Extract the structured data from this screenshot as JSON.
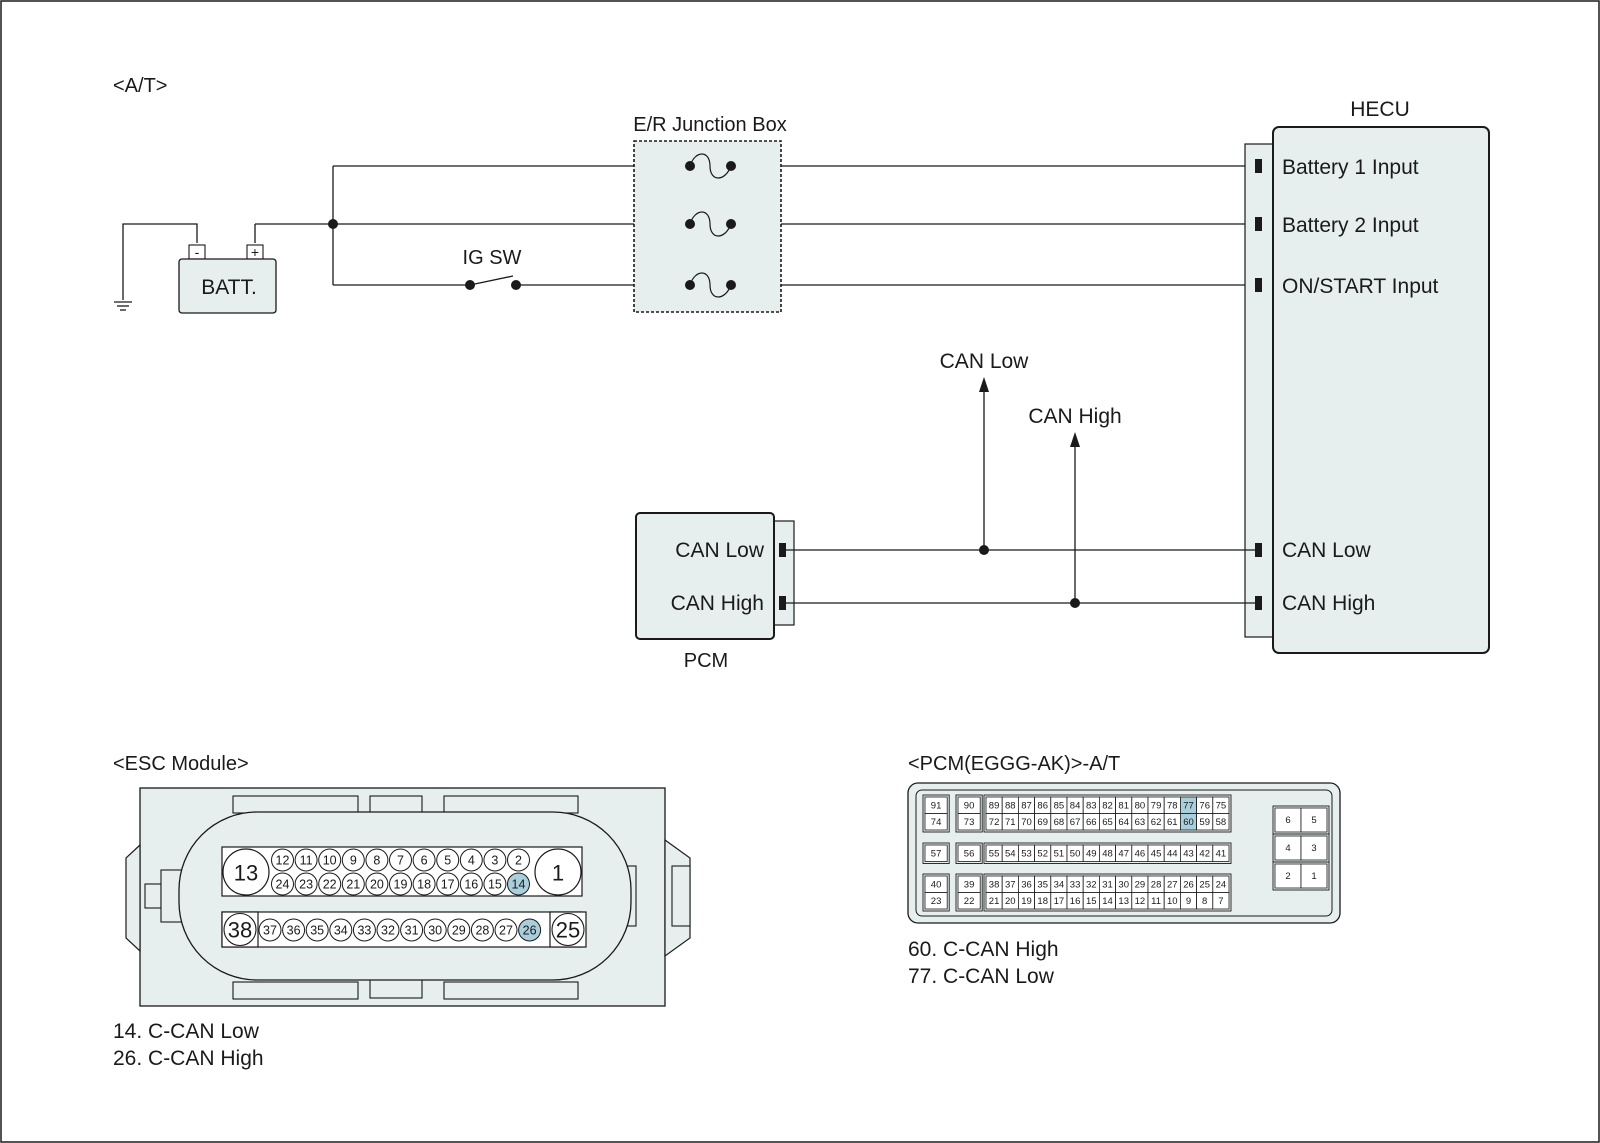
{
  "section_labels": {
    "at": "<A/T>",
    "esc": "<ESC Module>",
    "pcm_connector": "<PCM(EGGG-AK)>-A/T"
  },
  "components": {
    "battery": "BATT.",
    "battery_neg": "-",
    "battery_pos": "+",
    "ig_sw": "IG SW",
    "junction_box": "E/R Junction Box",
    "hecu": "HECU",
    "pcm": "PCM"
  },
  "hecu_pins": [
    "Battery 1 Input",
    "Battery 2 Input",
    "ON/START Input",
    "CAN Low",
    "CAN High"
  ],
  "pcm_pins": [
    "CAN Low",
    "CAN High"
  ],
  "can_bus_labels": {
    "low": "CAN Low",
    "high": "CAN High"
  },
  "esc_connector": {
    "row1": [
      "12",
      "11",
      "10",
      "9",
      "8",
      "7",
      "6",
      "5",
      "4",
      "3",
      "2"
    ],
    "row2": [
      "24",
      "23",
      "22",
      "21",
      "20",
      "19",
      "18",
      "17",
      "16",
      "15",
      "14"
    ],
    "row3": [
      "37",
      "36",
      "35",
      "34",
      "33",
      "32",
      "31",
      "30",
      "29",
      "28",
      "27",
      "26"
    ],
    "big_left_top": "13",
    "big_right_top": "1",
    "big_left_bottom": "38",
    "big_right_bottom": "25",
    "highlighted": [
      "14",
      "26"
    ],
    "highlight_color": "#a9cfdc",
    "legend": [
      "14. C-CAN Low",
      "26. C-CAN High"
    ]
  },
  "pcm_connector": {
    "top_row1": [
      "91",
      "90",
      "89",
      "88",
      "87",
      "86",
      "85",
      "84",
      "83",
      "82",
      "81",
      "80",
      "79",
      "78",
      "77",
      "76",
      "75"
    ],
    "top_row2": [
      "74",
      "73",
      "72",
      "71",
      "70",
      "69",
      "68",
      "67",
      "66",
      "65",
      "64",
      "63",
      "62",
      "61",
      "60",
      "59",
      "58"
    ],
    "mid_row": [
      "57",
      "56",
      "55",
      "54",
      "53",
      "52",
      "51",
      "50",
      "49",
      "48",
      "47",
      "46",
      "45",
      "44",
      "43",
      "42",
      "41"
    ],
    "bot_row1": [
      "40",
      "39",
      "38",
      "37",
      "36",
      "35",
      "34",
      "33",
      "32",
      "31",
      "30",
      "29",
      "28",
      "27",
      "26",
      "25",
      "24"
    ],
    "bot_row2": [
      "23",
      "22",
      "21",
      "20",
      "19",
      "18",
      "17",
      "16",
      "15",
      "14",
      "13",
      "12",
      "11",
      "10",
      "9",
      "8",
      "7"
    ],
    "side_pins": [
      [
        "6",
        "5"
      ],
      [
        "4",
        "3"
      ],
      [
        "2",
        "1"
      ]
    ],
    "highlighted": [
      "77",
      "60"
    ],
    "highlight_color": "#a9cfdc",
    "legend": [
      "60. C-CAN High",
      "77. C-CAN Low"
    ]
  },
  "colors": {
    "component_fill": "#e6eeee",
    "line": "#1a1a1a"
  }
}
